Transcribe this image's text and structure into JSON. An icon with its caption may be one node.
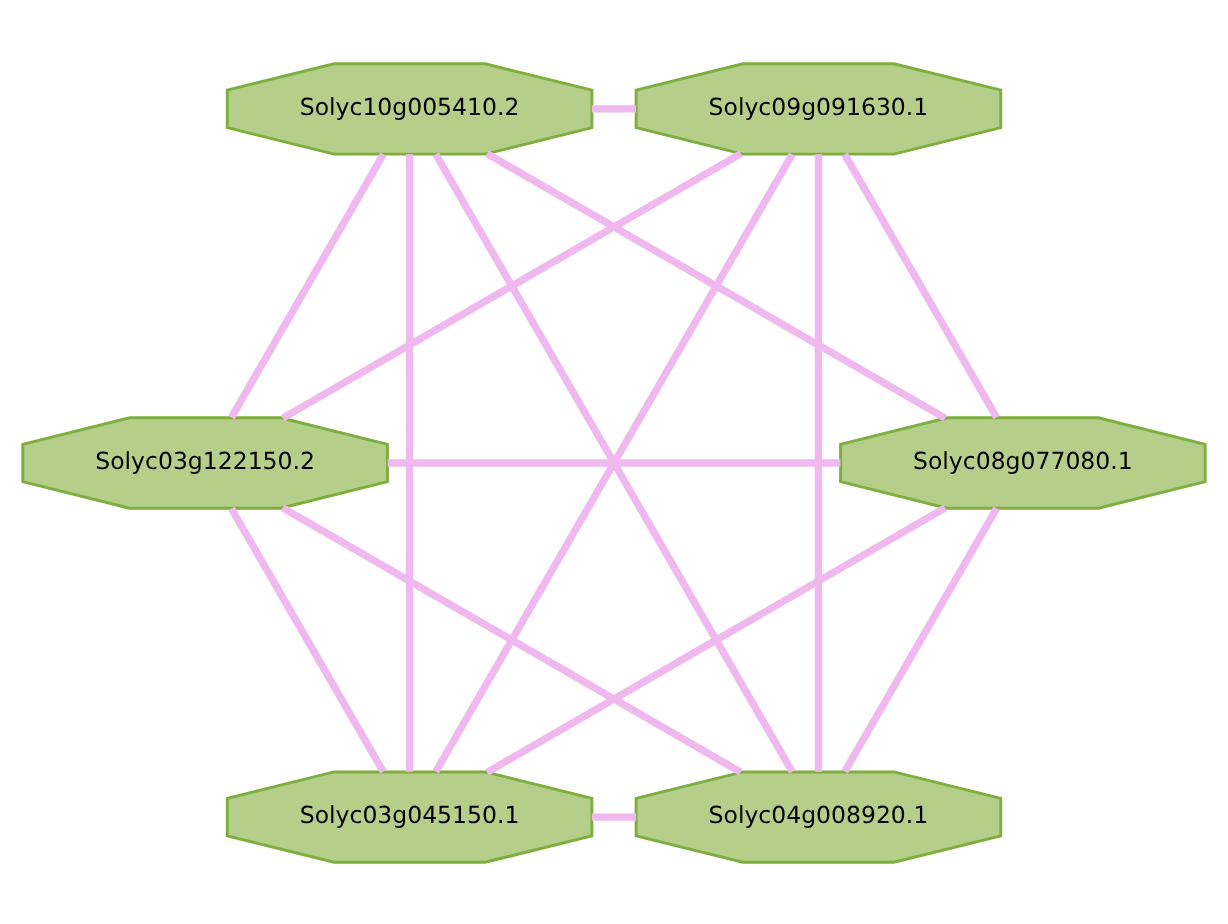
{
  "diagram": {
    "nodes": [
      {
        "text": [
          "Solyc04g008920.1"
        ]
      },
      {
        "text": [
          "Solyc08g077080.1"
        ]
      },
      {
        "text": [
          "Solyc03g122150.2"
        ]
      },
      {
        "text": [
          "Solyc10g005410.2"
        ]
      },
      {
        "text": [
          "Solyc09g091630.1"
        ]
      },
      {
        "text": [
          "Solyc03g045150.1"
        ]
      }
    ],
    "edges": [
      {
        "from": 0,
        "to": 1,
        "arrow": "none"
      },
      {
        "from": 0,
        "to": 2,
        "arrow": "none"
      },
      {
        "from": 0,
        "to": 3,
        "arrow": "none"
      },
      {
        "from": 0,
        "to": 4,
        "arrow": "none"
      },
      {
        "from": 0,
        "to": 5,
        "arrow": "none"
      },
      {
        "from": 1,
        "to": 2,
        "arrow": "none"
      },
      {
        "from": 1,
        "to": 3,
        "arrow": "none"
      },
      {
        "from": 1,
        "to": 4,
        "arrow": "none"
      },
      {
        "from": 1,
        "to": 5,
        "arrow": "none"
      },
      {
        "from": 2,
        "to": 3,
        "arrow": "none"
      },
      {
        "from": 2,
        "to": 4,
        "arrow": "none"
      },
      {
        "from": 2,
        "to": 5,
        "arrow": "none"
      },
      {
        "from": 3,
        "to": 4,
        "arrow": "none"
      },
      {
        "from": 3,
        "to": 5,
        "arrow": "none"
      },
      {
        "from": 4,
        "to": 5,
        "arrow": "none"
      }
    ]
  }
}
